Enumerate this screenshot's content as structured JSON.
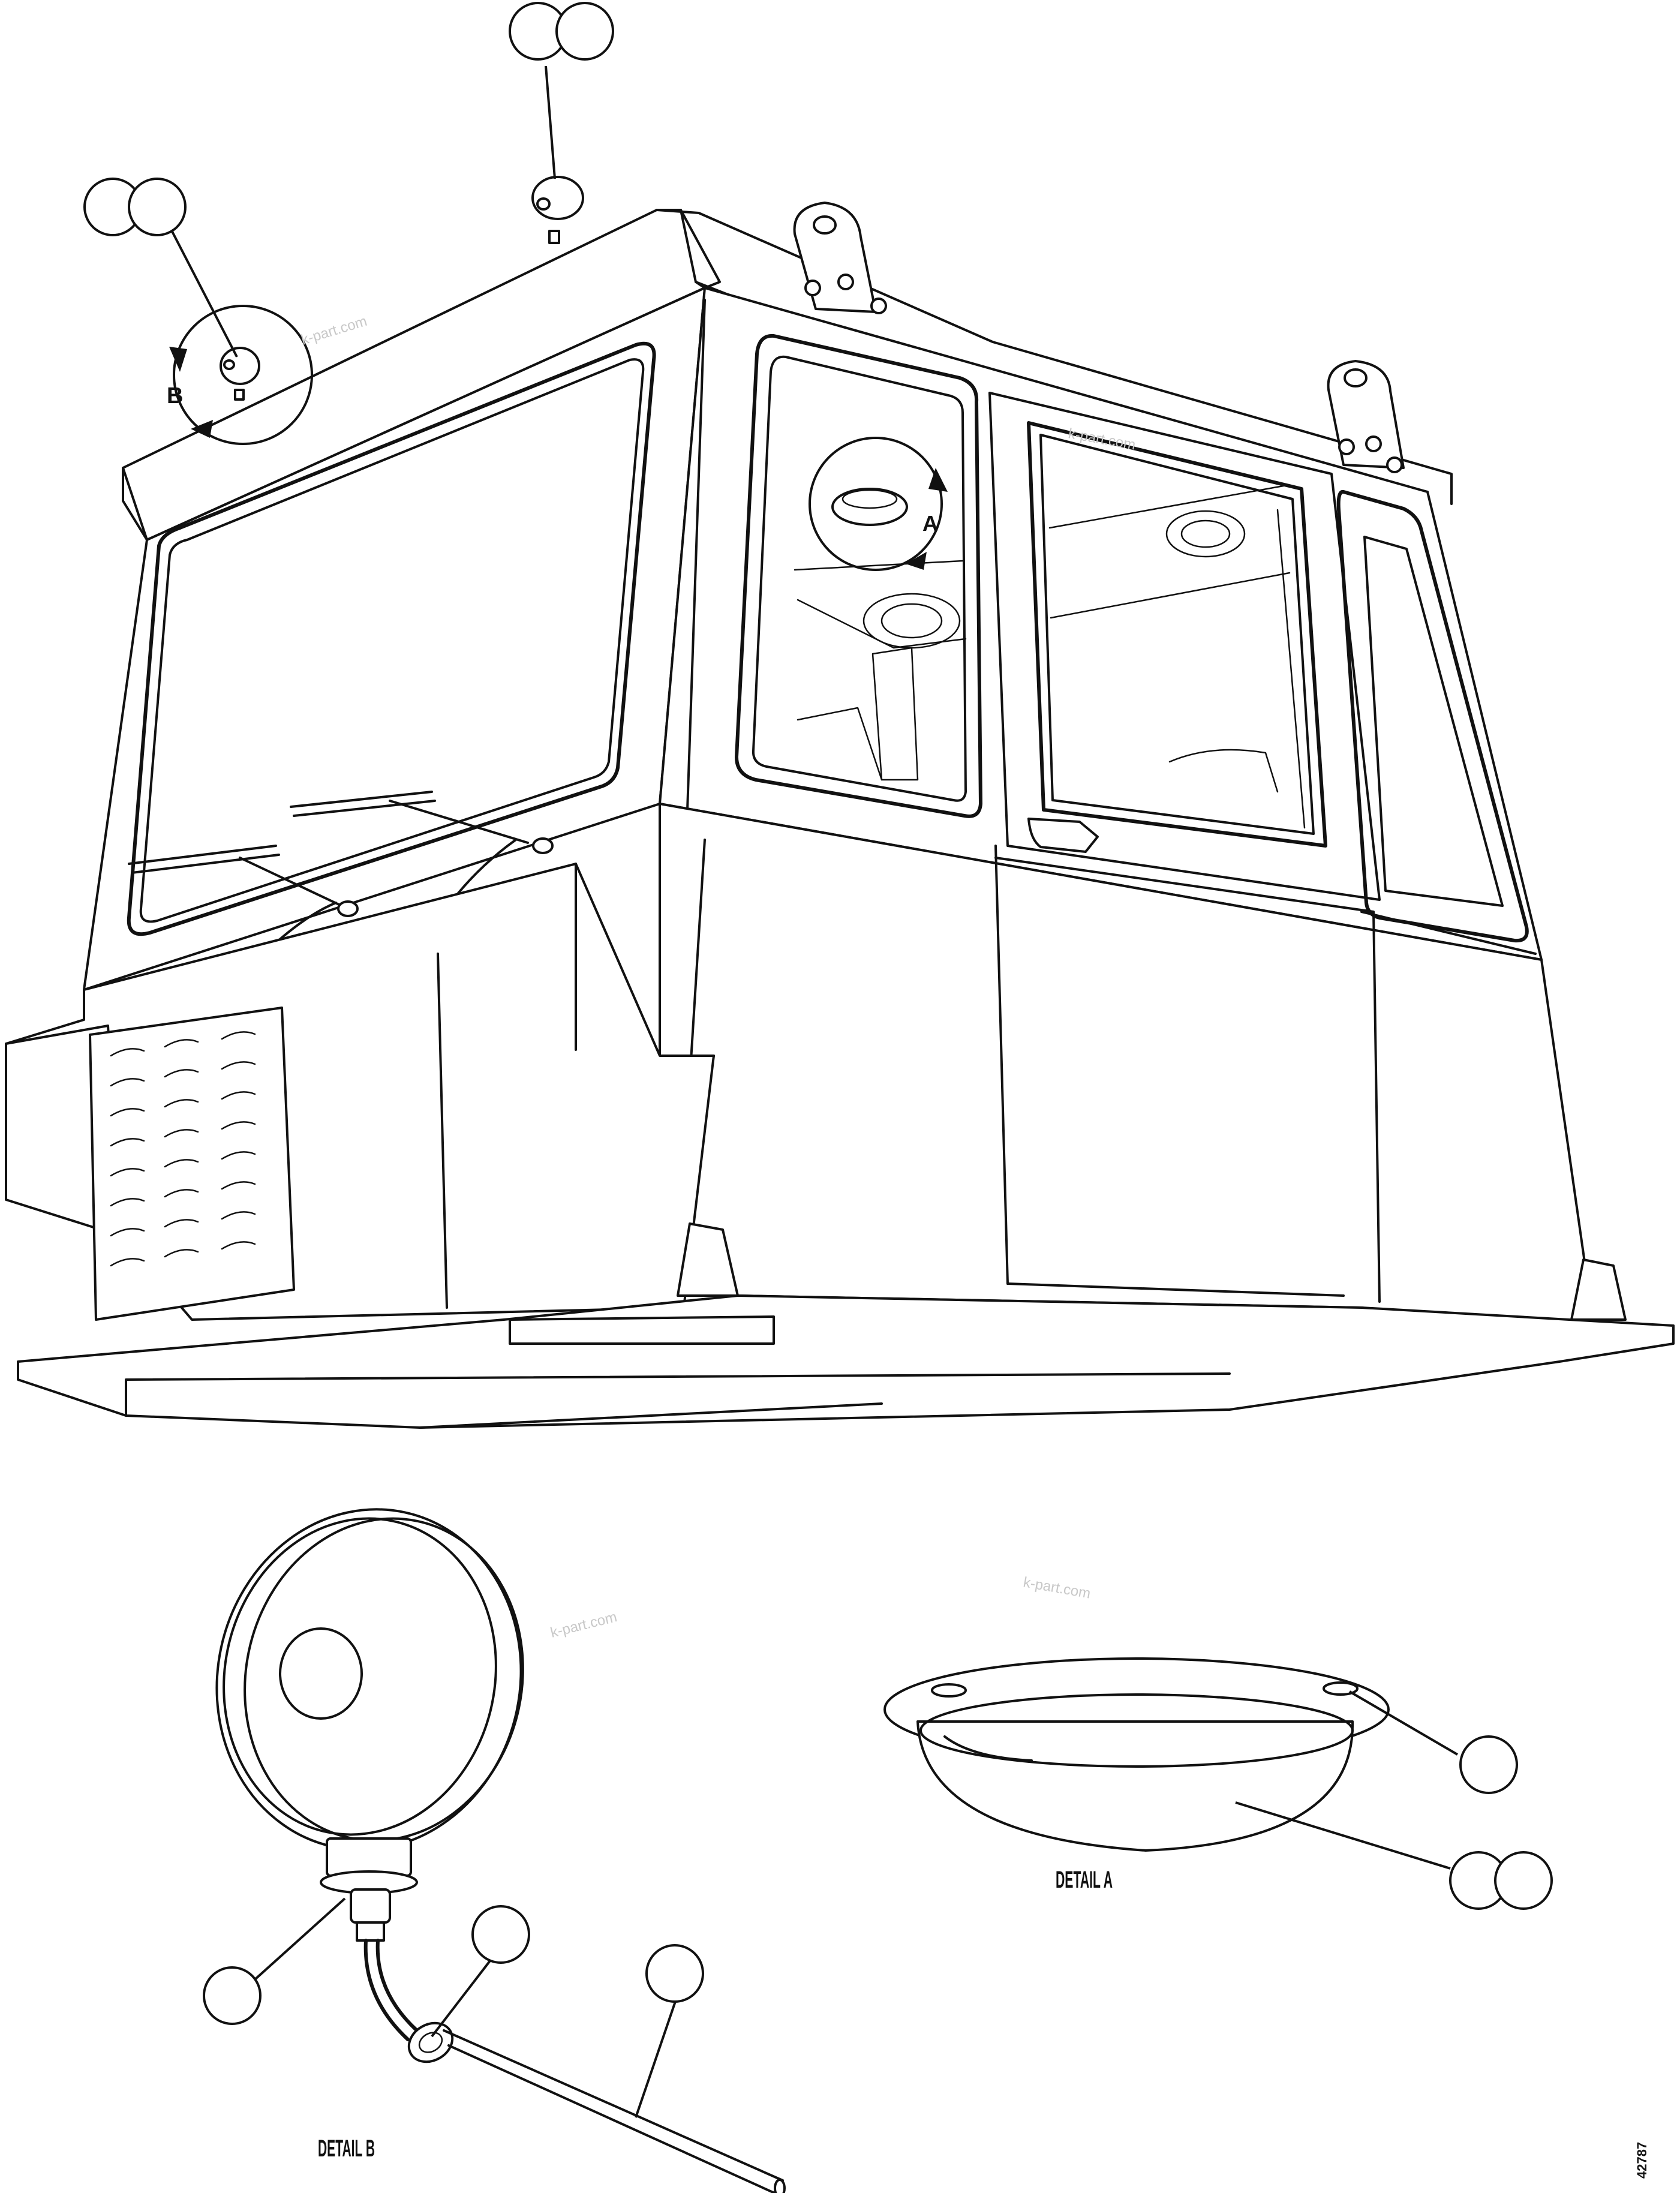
{
  "labels": {
    "view_a": "A",
    "view_b": "B",
    "detail_a": "DETAIL A",
    "detail_b": "DETAIL B",
    "drawing_number": "42787"
  },
  "watermarks": [
    "k-part.com",
    "k-part.com",
    "k-part.com",
    "k-part.com"
  ]
}
